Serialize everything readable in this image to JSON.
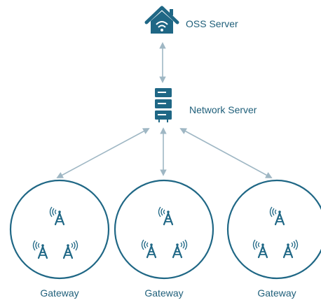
{
  "diagram": {
    "oss_server": {
      "label": "OSS Server",
      "icon": "house-wifi-icon"
    },
    "network_server": {
      "label": "Network Server",
      "icon": "server-rack-icon"
    },
    "gateways": [
      {
        "label": "Gateway",
        "icon": "cell-tower-icon"
      },
      {
        "label": "Gateway",
        "icon": "cell-tower-icon"
      },
      {
        "label": "Gateway",
        "icon": "cell-tower-icon"
      }
    ],
    "colors": {
      "icon": "#1f6785",
      "label": "#1f5f7a",
      "arrow": "#9fb7c4",
      "circle": "#1f6785"
    }
  }
}
